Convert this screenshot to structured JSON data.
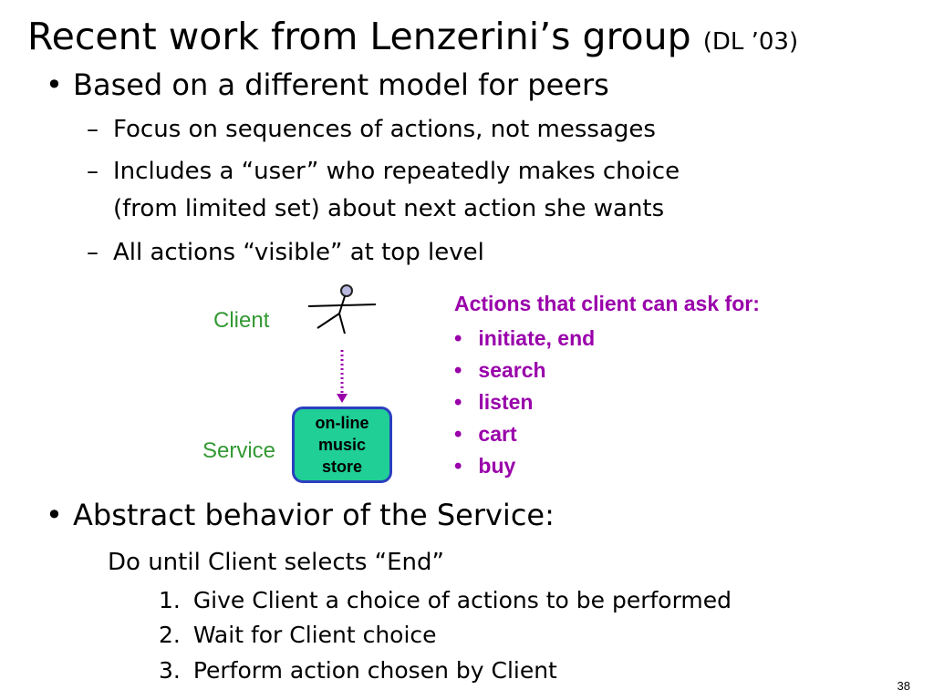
{
  "slide": {
    "title": "Recent work from Lenzerini’s group",
    "title_ref": "(DL ’03)",
    "bullet1": "Based on a different model for peers",
    "sub1": "Focus on sequences of actions, not messages",
    "sub2_line1": "Includes a “user” who repeatedly makes choice",
    "sub2_line2": "(from limited set) about next action she wants",
    "sub3": "All actions “visible” at top level",
    "dash": "–",
    "bullet_char": "•",
    "bullet2": "Abstract behavior of the Service:",
    "loop_line": "Do until Client selects “End”",
    "steps": [
      {
        "num": "1.",
        "text": "Give Client a choice of actions to be performed"
      },
      {
        "num": "2.",
        "text": "Wait for Client choice"
      },
      {
        "num": "3.",
        "text": "Perform action chosen by Client"
      }
    ],
    "page_number": "38"
  },
  "diagram": {
    "client_label": "Client",
    "service_label": "Service",
    "store_line1": "on-line",
    "store_line2": "music",
    "store_line3": "store",
    "actions_title": "Actions that client can ask for:",
    "actions": [
      "initiate, end",
      "search",
      "listen",
      "cart",
      "buy"
    ]
  },
  "colors": {
    "label_green": "#339933",
    "actions_purple": "#9900aa",
    "store_fill": "#1fcf95",
    "store_border": "#2b3fbf",
    "arrow": "#9900aa"
  }
}
